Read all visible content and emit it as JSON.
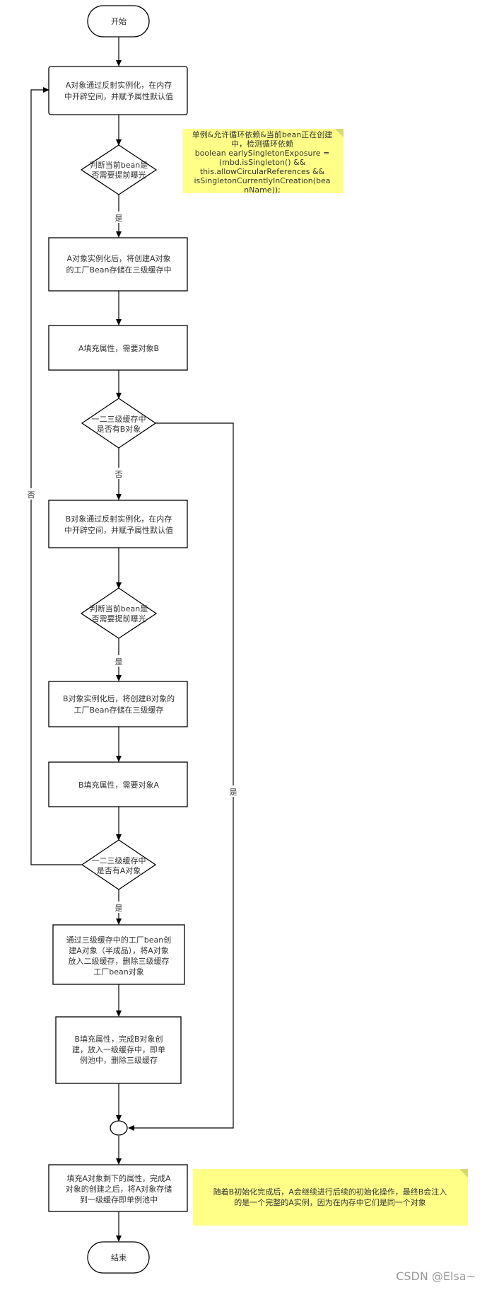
{
  "diagram": {
    "nodes": {
      "start": "开始",
      "a_create": [
        "A对象通过反射实例化，在内存",
        "中开辟空间，并赋予属性默认值"
      ],
      "check_expose_a": [
        "判断当前bean是",
        "否需要提前曝光"
      ],
      "a_factory": [
        "A对象实例化后，将创建A对象",
        "的工厂Bean存储在三级缓存中"
      ],
      "a_fill": "A填充属性，需要对象B",
      "check_cache_b": [
        "一二三级缓存中",
        "是否有B对象"
      ],
      "b_create": [
        "B对象通过反射实例化，在内存",
        "中开辟空间，并赋予属性默认值"
      ],
      "check_expose_b": [
        "判断当前bean是",
        "否需要提前曝光"
      ],
      "b_factory": [
        "B对象实例化后，将创建B对象的",
        "工厂Bean存储在三级缓存"
      ],
      "b_fill": "B填充属性，需要对象A",
      "check_cache_a": [
        "一二三级缓存中",
        "是否有A对象"
      ],
      "create_half_a": [
        "通过三级缓存中的工厂bean创",
        "建A对象（半成品），将A对象",
        "放入二级缓存，删除三级缓存",
        "工厂bean对象"
      ],
      "b_complete": [
        "B填充属性，完成B对象创",
        "建，放入一级缓存中，即单",
        "例池中，删除三级缓存"
      ],
      "a_complete": [
        "填充A对象剩下的属性，完成A",
        "对象的创建之后，将A对象存储",
        "到一级缓存即单例池中"
      ],
      "end": "结束"
    },
    "edge_labels": {
      "yes_1": "是",
      "no_b": "否",
      "yes_2": "是",
      "yes_a": "是",
      "no_loop": "否",
      "yes_b_right": "是"
    },
    "notes": {
      "early_exposure": [
        "单例&允许循环依赖&当前bean正在创建",
        "中，检测循环依赖",
        "boolean earlySingletonExposure =",
        "(mbd.isSingleton() &&",
        "this.allowCircularReferences &&",
        "isSingletonCurrentlyInCreation(bea",
        "nName));"
      ],
      "final_note": [
        "随着B初始化完成后，A会继续进行后续的初始化操作，最终B会注入",
        "的是一个完整的A实例，因为在内存中它们是同一个对象"
      ]
    },
    "watermark": "CSDN @Elsa~",
    "colors": {
      "note_fill": "#ffff88",
      "stroke": "#000000",
      "text": "#333333"
    }
  }
}
